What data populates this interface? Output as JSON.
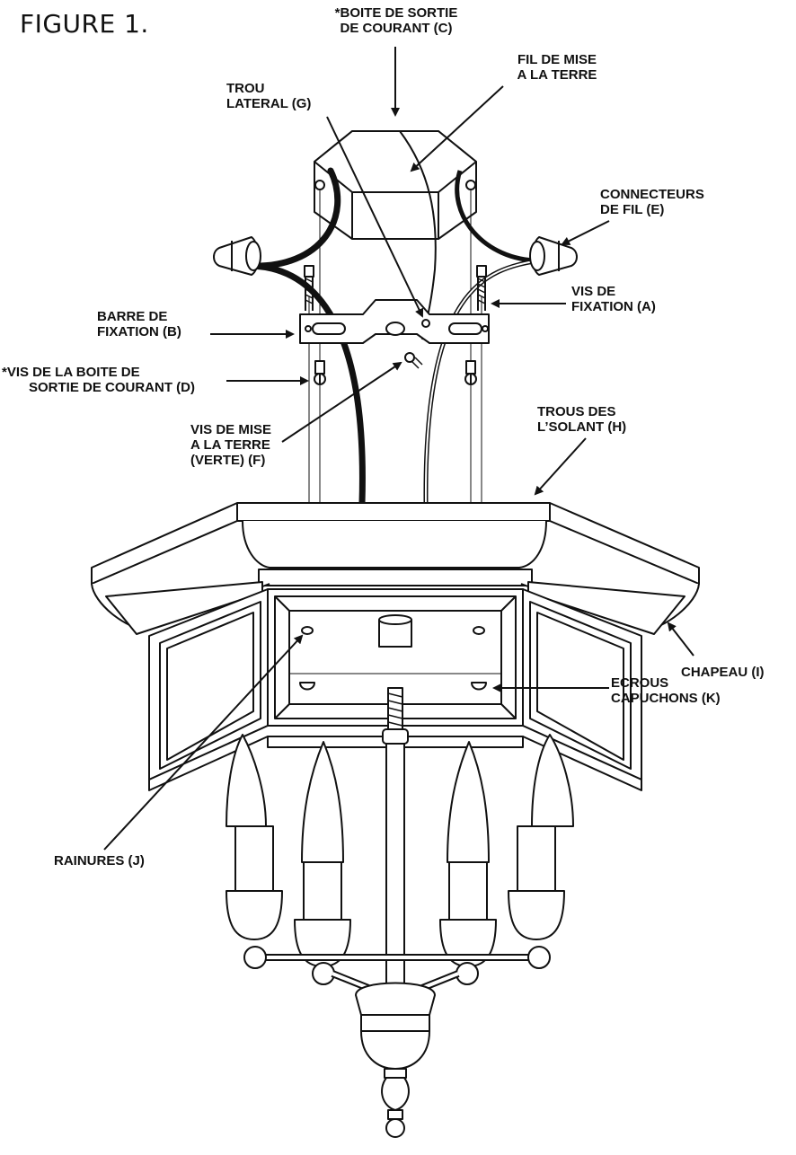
{
  "figure": {
    "title": "FIGURE 1."
  },
  "labels": {
    "c": {
      "line1": "*BOITE DE SORTIE",
      "line2": "DE COURANT (C)"
    },
    "ground_wire": {
      "line1": "FIL DE MISE",
      "line2": "A LA TERRE"
    },
    "g": {
      "line1": "TROU",
      "line2": "LATERAL (G)"
    },
    "e": {
      "line1": "CONNECTEURS",
      "line2": "DE FIL (E)"
    },
    "a": {
      "line1": "VIS DE",
      "line2": "FIXATION (A)"
    },
    "b": {
      "line1": "BARRE DE",
      "line2": "FIXATION (B)"
    },
    "d": {
      "line1": "*VIS DE LA BOITE DE",
      "line2": "SORTIE DE COURANT (D)"
    },
    "f": {
      "line1": "VIS DE MISE",
      "line2": "A LA TERRE",
      "line3": "(VERTE) (F)"
    },
    "h": {
      "line1": "TROUS DES",
      "line2": "L’SOLANT (H)"
    },
    "i": {
      "line1": "CHAPEAU (I)"
    },
    "k": {
      "line1": "ECROUS",
      "line2": "CAPUCHONS (K)"
    },
    "j": {
      "line1": "RAINURES (J)"
    }
  }
}
